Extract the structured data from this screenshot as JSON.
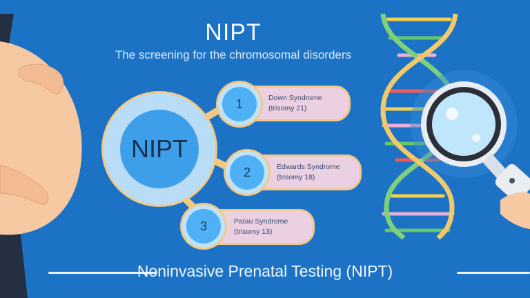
{
  "header": {
    "title": "NIPT",
    "subtitle": "The screening for the chromosomal disorders"
  },
  "hub": {
    "label": "NIPT"
  },
  "items": [
    {
      "number": "1",
      "name": "Down Syndrome",
      "detail": "(trisomy 21)"
    },
    {
      "number": "2",
      "name": "Edwards Syndrome",
      "detail": "(trisomy 18)"
    },
    {
      "number": "3",
      "name": "Patau Syndrome",
      "detail": "(trisomy 13)"
    }
  ],
  "footer": {
    "text": "Noninvasive Prenatal Testing (NIPT)"
  },
  "colors": {
    "background": "#1c73c6",
    "accent_orange": "#f4c882",
    "label_pink": "#ead0e2",
    "circle_blue": "#4fb0f5"
  },
  "icons": [
    "pregnant-belly-illustration",
    "dna-helix-icon",
    "magnifying-glass-icon"
  ]
}
